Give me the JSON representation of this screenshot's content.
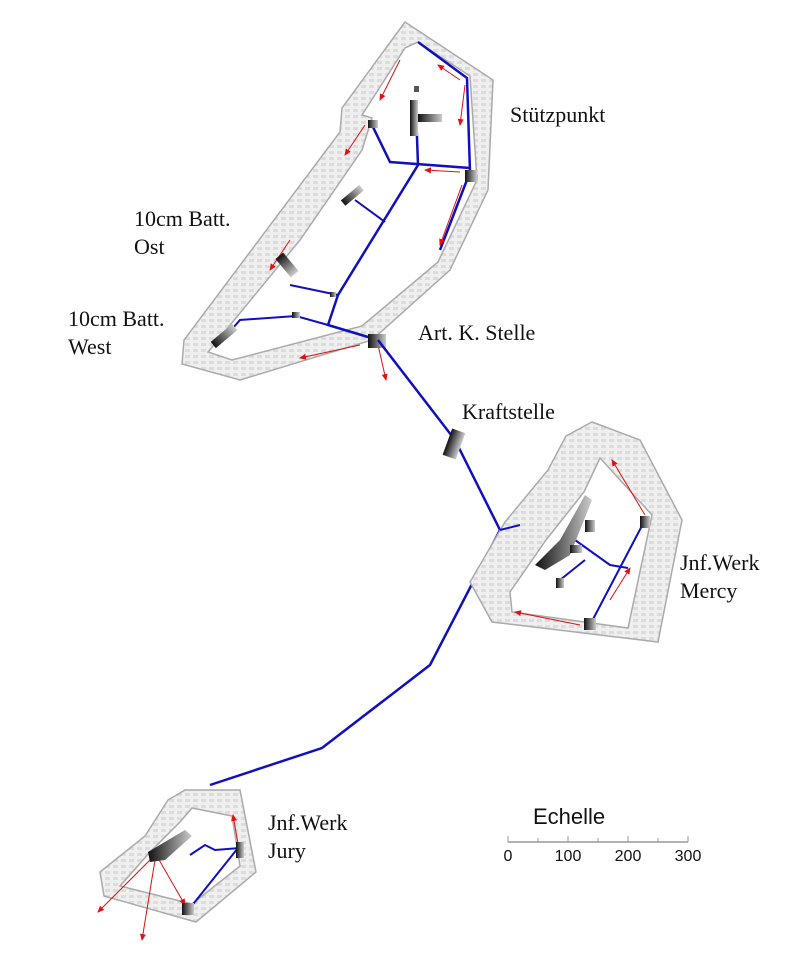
{
  "labels": {
    "stuetzpunkt": "Stützpunkt",
    "batt_ost_1": "10cm Batt.",
    "batt_ost_2": "Ost",
    "batt_west_1": "10cm Batt.",
    "batt_west_2": "West",
    "art_k_stelle": "Art. K. Stelle",
    "kraftstelle": "Kraftstelle",
    "mercy_1": "Jnf.Werk",
    "mercy_2": "Mercy",
    "jury_1": "Jnf.Werk",
    "jury_2": "Jury"
  },
  "scale": {
    "title": "Echelle",
    "ticks": [
      "0",
      "100",
      "200",
      "300"
    ]
  },
  "colors": {
    "tunnel": "#1010c0",
    "arrow": "#e01010",
    "rampart": "#e6e6e6",
    "outline": "#a0a0a0"
  }
}
